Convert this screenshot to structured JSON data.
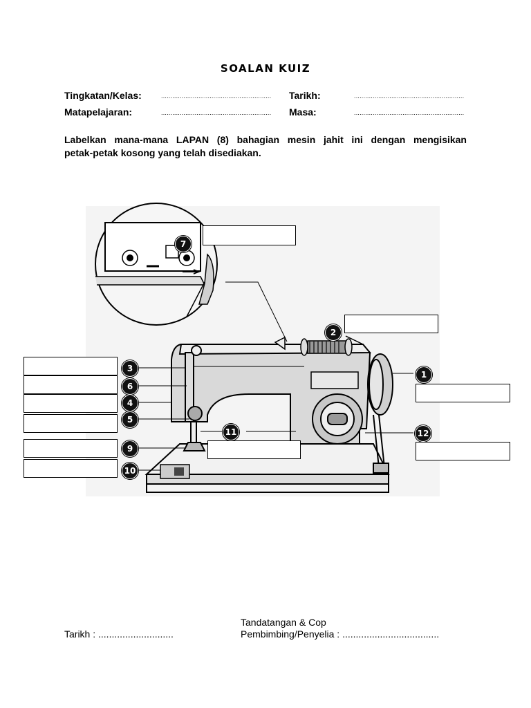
{
  "title": "SOALAN KUIZ",
  "fields": {
    "class_label": "Tingkatan/Kelas",
    "date_label": "Tarikh",
    "subject_label": "Matapelajaran",
    "time_label": "Masa",
    "colon": ":",
    "blank_long": "...........................................................",
    "blank_short": "..........................................................."
  },
  "instruction": {
    "line1": "Labelkan mana-mana LAPAN (8) bahagian mesin jahit ini dengan mengisikan",
    "line2": "petak-petak kosong yang telah disediakan."
  },
  "figure": {
    "numbers": [
      "1",
      "2",
      "3",
      "4",
      "5",
      "6",
      "7",
      "9",
      "10",
      "11",
      "12"
    ]
  },
  "footer": {
    "date_text": "Tarikh : ............................",
    "sign_line1": "Tandatangan & Cop",
    "sign_line2": "Pembimbing/Penyelia : ...................................."
  }
}
